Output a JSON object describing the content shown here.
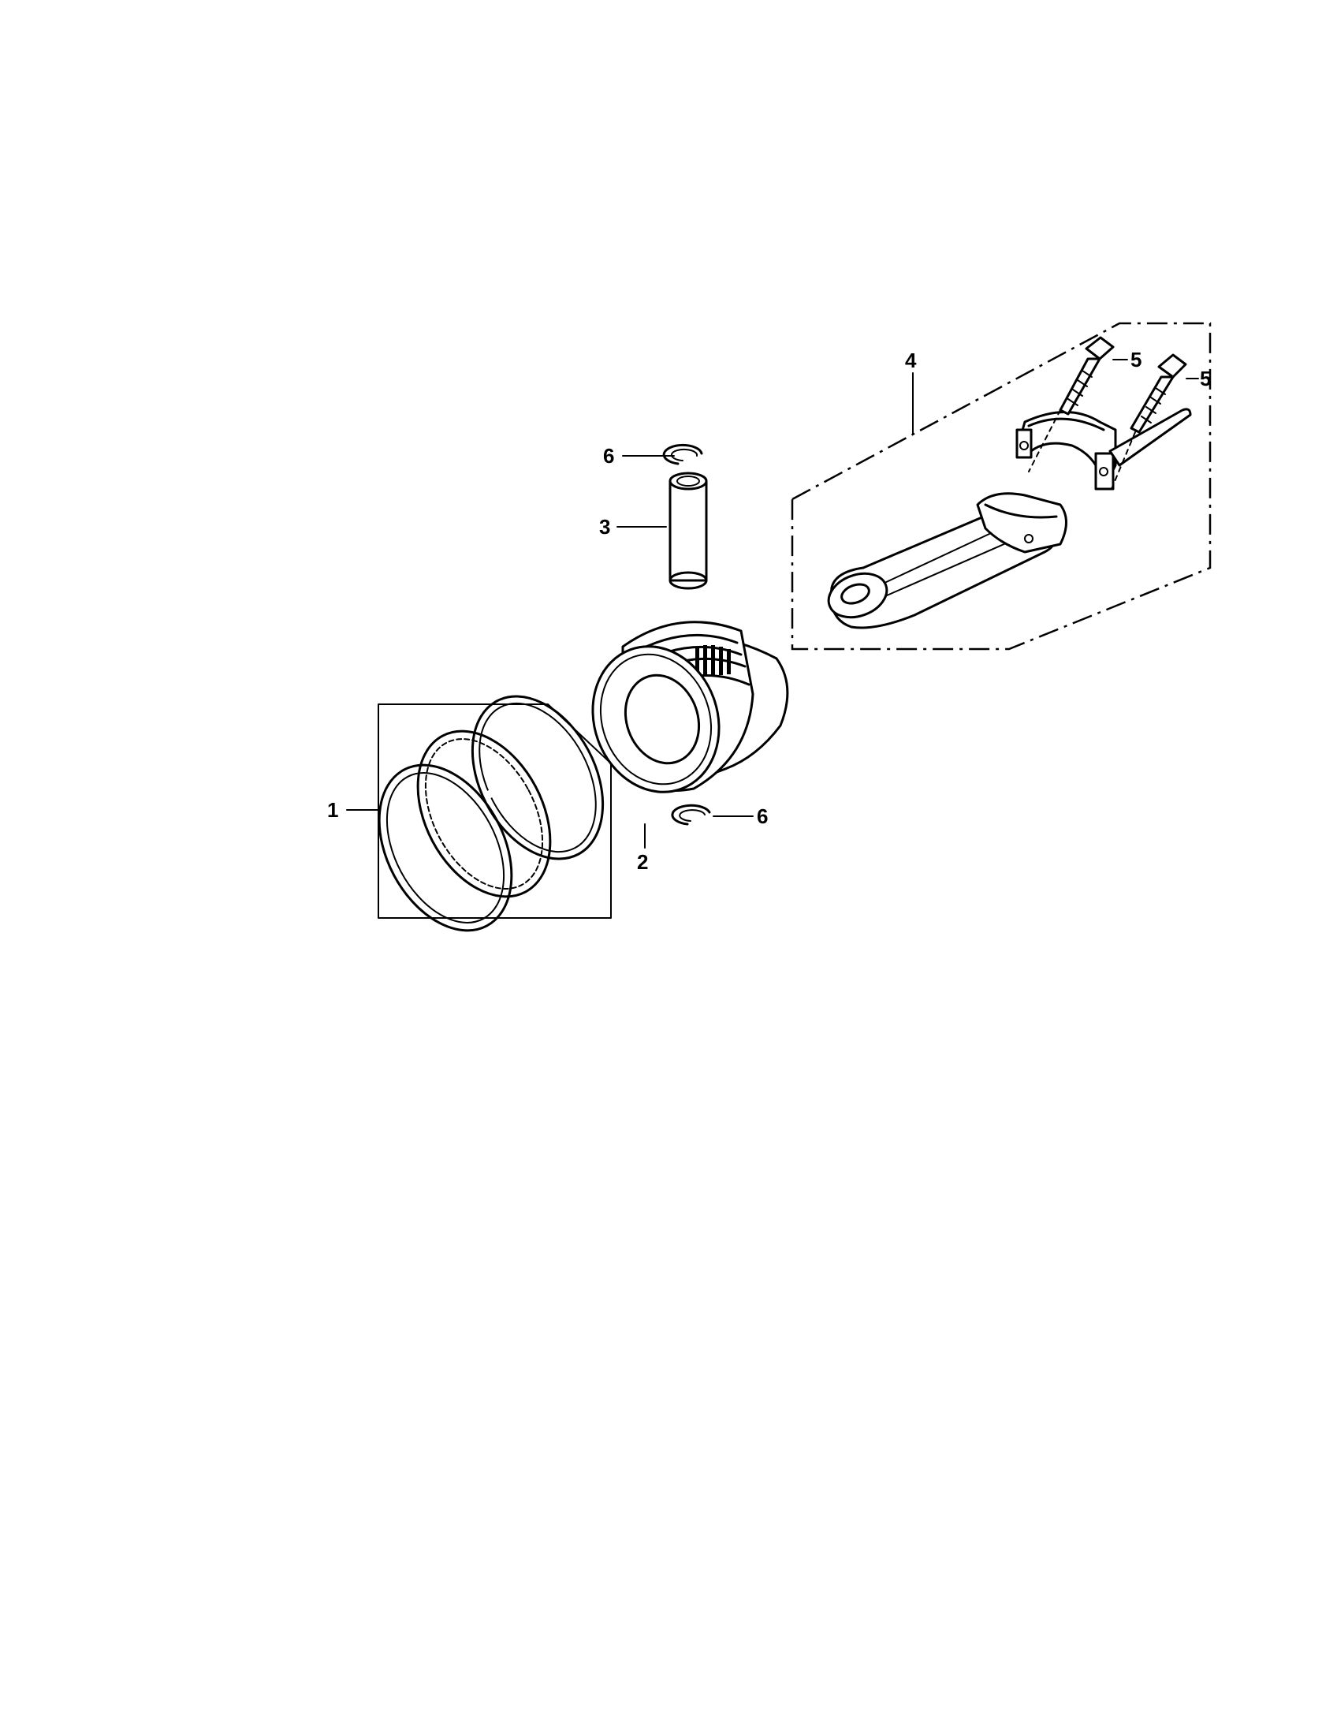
{
  "callouts": {
    "piston_rings": "1",
    "piston": "2",
    "piston_pin": "3",
    "connecting_rod": "4",
    "bolt_left": "5",
    "bolt_right": "5",
    "clip_top": "6",
    "clip_bottom": "6"
  }
}
